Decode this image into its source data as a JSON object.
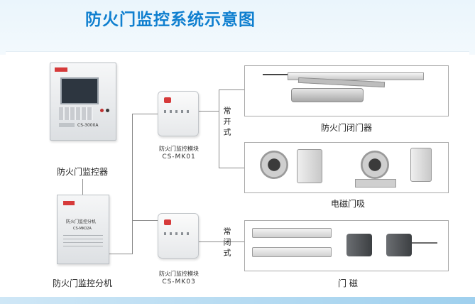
{
  "title": "防火门监控系统示意图",
  "devices": {
    "controller_label": "防火门监控器",
    "controller_model": "CS-3000A",
    "sub_controller_label": "防火门监控分机",
    "sub_controller_face_text": "防火门监控分机",
    "sub_controller_model": "CS-MK02A",
    "module_top_label": "防火门监控模块",
    "module_top_model": "CS-MK01",
    "module_bottom_label": "防火门监控模块",
    "module_bottom_model": "CS-MK03"
  },
  "branches": {
    "normally_open": "常开式",
    "normally_closed": "常闭式"
  },
  "outputs": {
    "door_closer": "防火门闭门器",
    "electromagnetic_holder": "电磁门吸",
    "door_sensor": "门 磁"
  },
  "colors": {
    "title": "#0f7fcf",
    "brand_red": "#d63a3a"
  }
}
